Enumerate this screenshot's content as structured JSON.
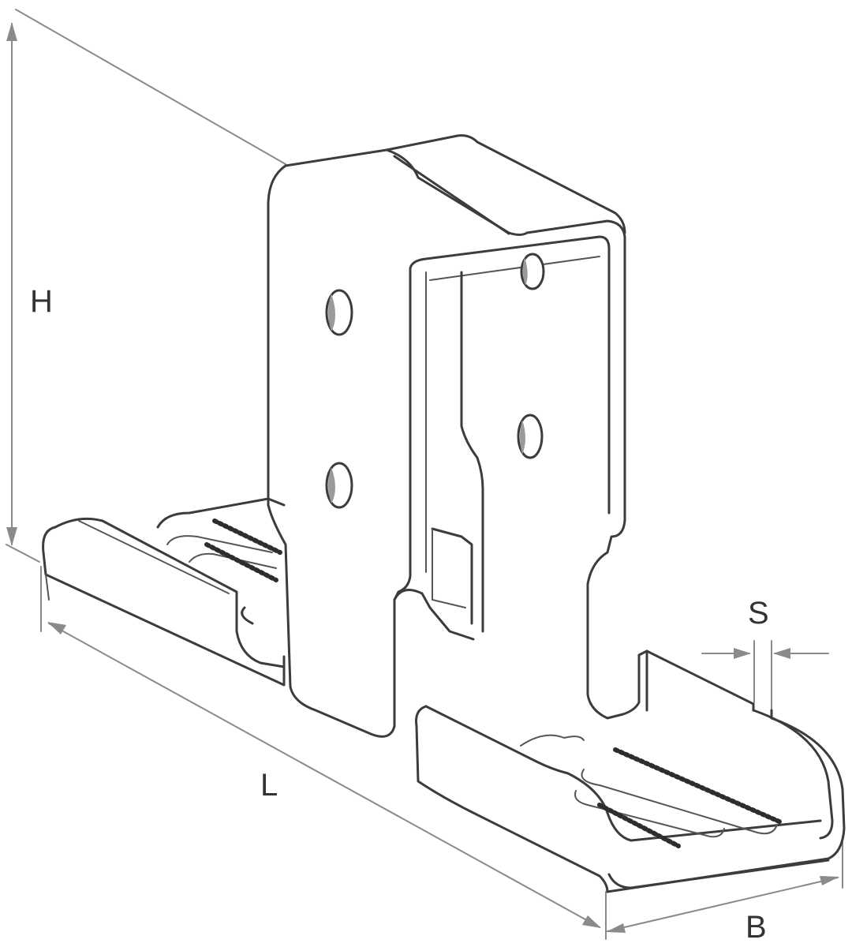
{
  "diagram": {
    "labels": {
      "height": "H",
      "length": "L",
      "width": "B",
      "thickness": "S"
    },
    "colors": {
      "line": "#3c3c3c",
      "dimension": "#8a8a8a",
      "background": "#ffffff"
    }
  }
}
